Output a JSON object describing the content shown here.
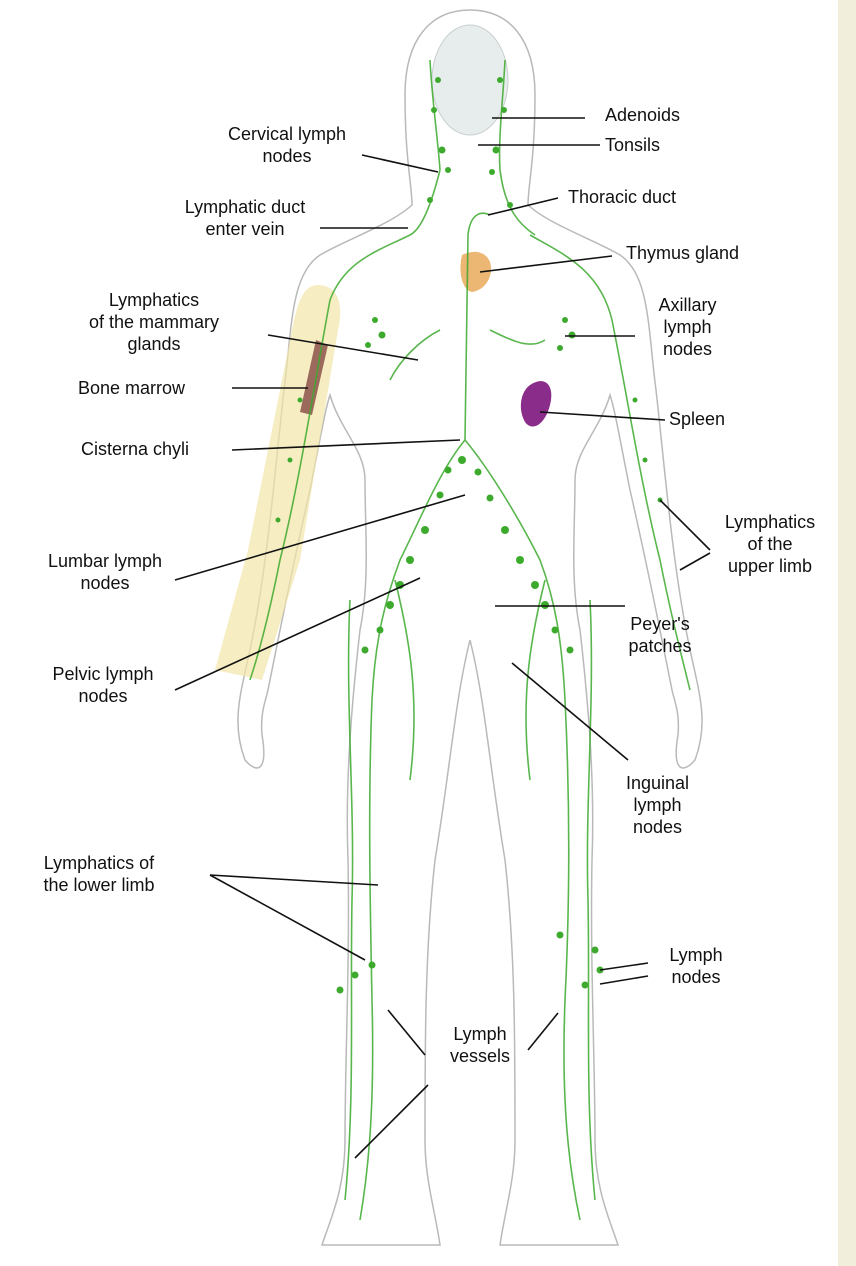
{
  "labels": {
    "adenoids": "Adenoids",
    "tonsils": "Tonsils",
    "cervical": "Cervical lymph\nnodes",
    "thoracic": "Thoracic duct",
    "lymphatic_duct": "Lymphatic duct\nenter vein",
    "thymus": "Thymus gland",
    "mammary": "Lymphatics\nof the mammary\nglands",
    "axillary": "Axillary\nlymph\nnodes",
    "bone_marrow": "Bone marrow",
    "spleen": "Spleen",
    "cisterna": "Cisterna chyli",
    "upper_limb": "Lymphatics\nof the\nupper limb",
    "lumbar": "Lumbar lymph\nnodes",
    "peyers": "Peyer's\npatches",
    "pelvic": "Pelvic lymph\nnodes",
    "inguinal": "Inguinal\nlymph\nnodes",
    "lower_limb": "Lymphatics of\nthe lower limb",
    "lymph_nodes": "Lymph\nnodes",
    "lymph_vessels": "Lymph\nvessels"
  },
  "colors": {
    "background": "#f1efdc",
    "panel": "#ffffff",
    "lymph_green": "#3daa2e",
    "body_outline": "#b9b9b9",
    "thymus": "#e9a95a",
    "spleen": "#8a2c8a",
    "bone_marrow": "#9b6a5c",
    "bone": "#f2e6a8"
  }
}
